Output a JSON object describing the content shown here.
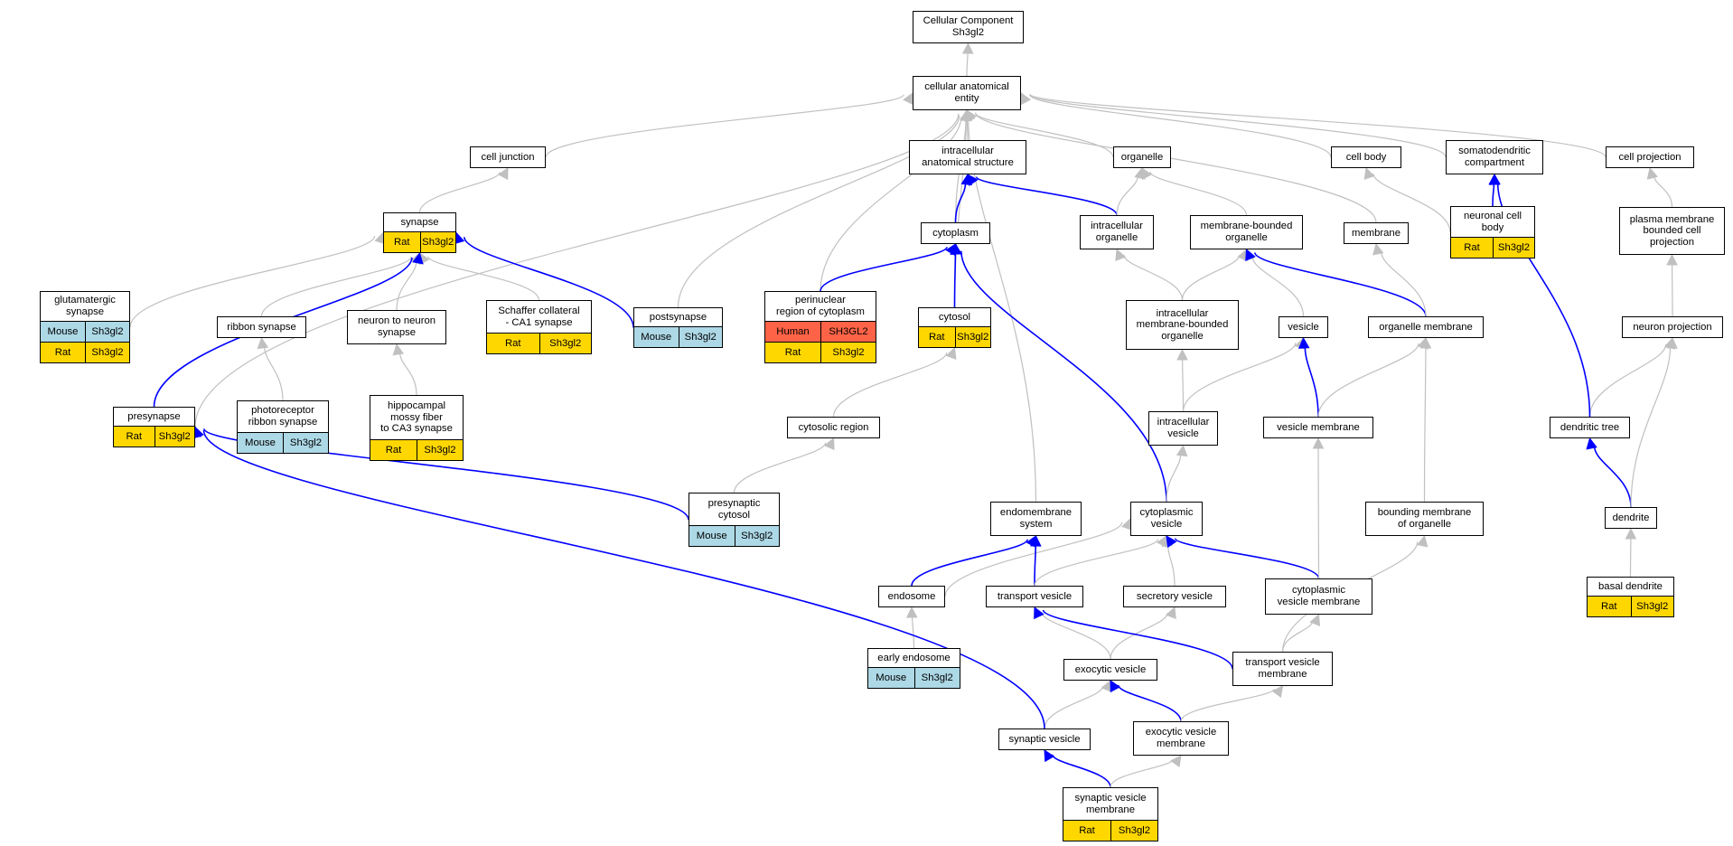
{
  "colors": {
    "rat": "#FFD700",
    "mouse": "#ADD8E6",
    "human": "#FF6347",
    "edge_blue": "#0000ff",
    "edge_gray": "#c0c0c0"
  },
  "nodes": {
    "root": {
      "label": "Cellular Component\nSh3gl2",
      "species": []
    },
    "cae": {
      "label": "cellular anatomical\nentity",
      "species": []
    },
    "cell_junction": {
      "label": "cell junction",
      "species": []
    },
    "ias": {
      "label": "intracellular\nanatomical structure",
      "species": []
    },
    "organelle": {
      "label": "organelle",
      "species": []
    },
    "cell_body": {
      "label": "cell body",
      "species": []
    },
    "somato": {
      "label": "somatodendritic\ncompartment",
      "species": []
    },
    "cell_projection": {
      "label": "cell projection",
      "species": []
    },
    "synapse": {
      "label": "synapse",
      "species": [
        {
          "name": "Rat",
          "gene": "Sh3gl2"
        }
      ]
    },
    "cytoplasm": {
      "label": "cytoplasm",
      "species": []
    },
    "intracellular_organelle": {
      "label": "intracellular\norganelle",
      "species": []
    },
    "mbo": {
      "label": "membrane-bounded\norganelle",
      "species": []
    },
    "membrane": {
      "label": "membrane",
      "species": []
    },
    "neuronal_cell_body": {
      "label": "neuronal cell\nbody",
      "species": [
        {
          "name": "Rat",
          "gene": "Sh3gl2"
        }
      ]
    },
    "pm_bounded": {
      "label": "plasma membrane\nbounded cell\nprojection",
      "species": []
    },
    "glutamatergic": {
      "label": "glutamatergic\nsynapse",
      "species": [
        {
          "name": "Mouse",
          "gene": "Sh3gl2"
        },
        {
          "name": "Rat",
          "gene": "Sh3gl2"
        }
      ]
    },
    "ribbon": {
      "label": "ribbon synapse",
      "species": []
    },
    "n2n": {
      "label": "neuron to neuron\nsynapse",
      "species": []
    },
    "schaffer": {
      "label": "Schaffer collateral\n- CA1 synapse",
      "species": [
        {
          "name": "Rat",
          "gene": "Sh3gl2"
        }
      ]
    },
    "postsynapse": {
      "label": "postsynapse",
      "species": [
        {
          "name": "Mouse",
          "gene": "Sh3gl2"
        }
      ]
    },
    "perinuclear": {
      "label": "perinuclear\nregion of cytoplasm",
      "species": [
        {
          "name": "Human",
          "gene": "SH3GL2"
        },
        {
          "name": "Rat",
          "gene": "Sh3gl2"
        }
      ]
    },
    "cytosol": {
      "label": "cytosol",
      "species": [
        {
          "name": "Rat",
          "gene": "Sh3gl2"
        }
      ]
    },
    "imbo": {
      "label": "intracellular\nmembrane-bounded\norganelle",
      "species": []
    },
    "vesicle": {
      "label": "vesicle",
      "species": []
    },
    "organelle_membrane": {
      "label": "organelle membrane",
      "species": []
    },
    "neuron_projection": {
      "label": "neuron projection",
      "species": []
    },
    "presynapse": {
      "label": "presynapse",
      "species": [
        {
          "name": "Rat",
          "gene": "Sh3gl2"
        }
      ]
    },
    "photoreceptor": {
      "label": "photoreceptor\nribbon synapse",
      "species": [
        {
          "name": "Mouse",
          "gene": "Sh3gl2"
        }
      ]
    },
    "hippocampal": {
      "label": "hippocampal\nmossy fiber\nto CA3 synapse",
      "species": [
        {
          "name": "Rat",
          "gene": "Sh3gl2"
        }
      ]
    },
    "cytosolic_region": {
      "label": "cytosolic region",
      "species": []
    },
    "intracellular_vesicle": {
      "label": "intracellular\nvesicle",
      "species": []
    },
    "vesicle_membrane": {
      "label": "vesicle membrane",
      "species": []
    },
    "dendritic_tree": {
      "label": "dendritic tree",
      "species": []
    },
    "presynaptic_cytosol": {
      "label": "presynaptic\ncytosol",
      "species": [
        {
          "name": "Mouse",
          "gene": "Sh3gl2"
        }
      ]
    },
    "endomembrane": {
      "label": "endomembrane\nsystem",
      "species": []
    },
    "cytoplasmic_vesicle": {
      "label": "cytoplasmic\nvesicle",
      "species": []
    },
    "bounding_membrane": {
      "label": "bounding membrane\nof organelle",
      "species": []
    },
    "dendrite": {
      "label": "dendrite",
      "species": []
    },
    "endosome": {
      "label": "endosome",
      "species": []
    },
    "transport_vesicle": {
      "label": "transport vesicle",
      "species": []
    },
    "secretory_vesicle": {
      "label": "secretory vesicle",
      "species": []
    },
    "cvm": {
      "label": "cytoplasmic\nvesicle membrane",
      "species": []
    },
    "basal_dendrite": {
      "label": "basal dendrite",
      "species": [
        {
          "name": "Rat",
          "gene": "Sh3gl2"
        }
      ]
    },
    "early_endosome": {
      "label": "early endosome",
      "species": [
        {
          "name": "Mouse",
          "gene": "Sh3gl2"
        }
      ]
    },
    "exocytic_vesicle": {
      "label": "exocytic vesicle",
      "species": []
    },
    "tvm": {
      "label": "transport vesicle\nmembrane",
      "species": []
    },
    "synaptic_vesicle": {
      "label": "synaptic vesicle",
      "species": []
    },
    "evm": {
      "label": "exocytic vesicle\nmembrane",
      "species": []
    },
    "svm": {
      "label": "synaptic vesicle\nmembrane",
      "species": [
        {
          "name": "Rat",
          "gene": "Sh3gl2"
        }
      ]
    }
  },
  "edges": [
    {
      "from": "cae",
      "to": "root",
      "kind": "is_a"
    },
    {
      "from": "cell_junction",
      "to": "cae",
      "kind": "is_a"
    },
    {
      "from": "ias",
      "to": "cae",
      "kind": "is_a"
    },
    {
      "from": "organelle",
      "to": "cae",
      "kind": "is_a"
    },
    {
      "from": "cell_body",
      "to": "cae",
      "kind": "is_a"
    },
    {
      "from": "somato",
      "to": "cae",
      "kind": "is_a"
    },
    {
      "from": "cell_projection",
      "to": "cae",
      "kind": "is_a"
    },
    {
      "from": "membrane",
      "to": "cae",
      "kind": "is_a"
    },
    {
      "from": "synapse",
      "to": "cell_junction",
      "kind": "is_a"
    },
    {
      "from": "cytoplasm",
      "to": "cae",
      "kind": "is_a"
    },
    {
      "from": "cytosol",
      "to": "cae",
      "kind": "is_a"
    },
    {
      "from": "postsynapse",
      "to": "cae",
      "kind": "is_a"
    },
    {
      "from": "perinuclear",
      "to": "cae",
      "kind": "is_a"
    },
    {
      "from": "presynapse",
      "to": "cae",
      "kind": "is_a"
    },
    {
      "from": "endomembrane",
      "to": "cae",
      "kind": "is_a"
    },
    {
      "from": "cytoplasm",
      "to": "ias",
      "kind": "part_of"
    },
    {
      "from": "intracellular_organelle",
      "to": "ias",
      "kind": "part_of"
    },
    {
      "from": "intracellular_organelle",
      "to": "organelle",
      "kind": "is_a"
    },
    {
      "from": "mbo",
      "to": "organelle",
      "kind": "is_a"
    },
    {
      "from": "neuronal_cell_body",
      "to": "cell_body",
      "kind": "is_a"
    },
    {
      "from": "neuronal_cell_body",
      "to": "somato",
      "kind": "part_of"
    },
    {
      "from": "pm_bounded",
      "to": "cell_projection",
      "kind": "is_a"
    },
    {
      "from": "glutamatergic",
      "to": "synapse",
      "kind": "is_a"
    },
    {
      "from": "ribbon",
      "to": "synapse",
      "kind": "is_a"
    },
    {
      "from": "n2n",
      "to": "synapse",
      "kind": "is_a"
    },
    {
      "from": "schaffer",
      "to": "synapse",
      "kind": "is_a"
    },
    {
      "from": "postsynapse",
      "to": "synapse",
      "kind": "part_of"
    },
    {
      "from": "presynapse",
      "to": "synapse",
      "kind": "part_of"
    },
    {
      "from": "perinuclear",
      "to": "cytoplasm",
      "kind": "part_of"
    },
    {
      "from": "cytosol",
      "to": "cytoplasm",
      "kind": "part_of"
    },
    {
      "from": "cytoplasmic_vesicle",
      "to": "cytoplasm",
      "kind": "part_of"
    },
    {
      "from": "imbo",
      "to": "intracellular_organelle",
      "kind": "is_a"
    },
    {
      "from": "imbo",
      "to": "mbo",
      "kind": "is_a"
    },
    {
      "from": "vesicle",
      "to": "mbo",
      "kind": "is_a"
    },
    {
      "from": "organelle_membrane",
      "to": "mbo",
      "kind": "part_of"
    },
    {
      "from": "organelle_membrane",
      "to": "membrane",
      "kind": "is_a"
    },
    {
      "from": "neuron_projection",
      "to": "pm_bounded",
      "kind": "is_a"
    },
    {
      "from": "photoreceptor",
      "to": "ribbon",
      "kind": "is_a"
    },
    {
      "from": "hippocampal",
      "to": "n2n",
      "kind": "is_a"
    },
    {
      "from": "cytosolic_region",
      "to": "cytosol",
      "kind": "is_a"
    },
    {
      "from": "presynaptic_cytosol",
      "to": "cytosolic_region",
      "kind": "is_a"
    },
    {
      "from": "presynaptic_cytosol",
      "to": "presynapse",
      "kind": "part_of"
    },
    {
      "from": "intracellular_vesicle",
      "to": "imbo",
      "kind": "is_a"
    },
    {
      "from": "intracellular_vesicle",
      "to": "vesicle",
      "kind": "is_a"
    },
    {
      "from": "vesicle_membrane",
      "to": "vesicle",
      "kind": "part_of"
    },
    {
      "from": "vesicle_membrane",
      "to": "organelle_membrane",
      "kind": "is_a"
    },
    {
      "from": "dendritic_tree",
      "to": "neuron_projection",
      "kind": "is_a"
    },
    {
      "from": "dendritic_tree",
      "to": "somato",
      "kind": "part_of"
    },
    {
      "from": "cytoplasmic_vesicle",
      "to": "intracellular_vesicle",
      "kind": "is_a"
    },
    {
      "from": "bounding_membrane",
      "to": "organelle_membrane",
      "kind": "is_a"
    },
    {
      "from": "dendrite",
      "to": "dendritic_tree",
      "kind": "part_of"
    },
    {
      "from": "dendrite",
      "to": "neuron_projection",
      "kind": "is_a"
    },
    {
      "from": "endosome",
      "to": "endomembrane",
      "kind": "part_of"
    },
    {
      "from": "endosome",
      "to": "cytoplasmic_vesicle",
      "kind": "is_a"
    },
    {
      "from": "transport_vesicle",
      "to": "endomembrane",
      "kind": "part_of"
    },
    {
      "from": "transport_vesicle",
      "to": "cytoplasmic_vesicle",
      "kind": "is_a"
    },
    {
      "from": "secretory_vesicle",
      "to": "cytoplasmic_vesicle",
      "kind": "is_a"
    },
    {
      "from": "cvm",
      "to": "cytoplasmic_vesicle",
      "kind": "part_of"
    },
    {
      "from": "cvm",
      "to": "vesicle_membrane",
      "kind": "is_a"
    },
    {
      "from": "basal_dendrite",
      "to": "dendrite",
      "kind": "is_a"
    },
    {
      "from": "early_endosome",
      "to": "endosome",
      "kind": "is_a"
    },
    {
      "from": "exocytic_vesicle",
      "to": "transport_vesicle",
      "kind": "is_a"
    },
    {
      "from": "exocytic_vesicle",
      "to": "secretory_vesicle",
      "kind": "is_a"
    },
    {
      "from": "tvm",
      "to": "transport_vesicle",
      "kind": "part_of"
    },
    {
      "from": "tvm",
      "to": "cvm",
      "kind": "is_a"
    },
    {
      "from": "tvm",
      "to": "bounding_membrane",
      "kind": "is_a"
    },
    {
      "from": "synaptic_vesicle",
      "to": "exocytic_vesicle",
      "kind": "is_a"
    },
    {
      "from": "synaptic_vesicle",
      "to": "presynapse",
      "kind": "part_of"
    },
    {
      "from": "evm",
      "to": "exocytic_vesicle",
      "kind": "part_of"
    },
    {
      "from": "evm",
      "to": "tvm",
      "kind": "is_a"
    },
    {
      "from": "svm",
      "to": "synaptic_vesicle",
      "kind": "part_of"
    },
    {
      "from": "svm",
      "to": "evm",
      "kind": "is_a"
    }
  ]
}
